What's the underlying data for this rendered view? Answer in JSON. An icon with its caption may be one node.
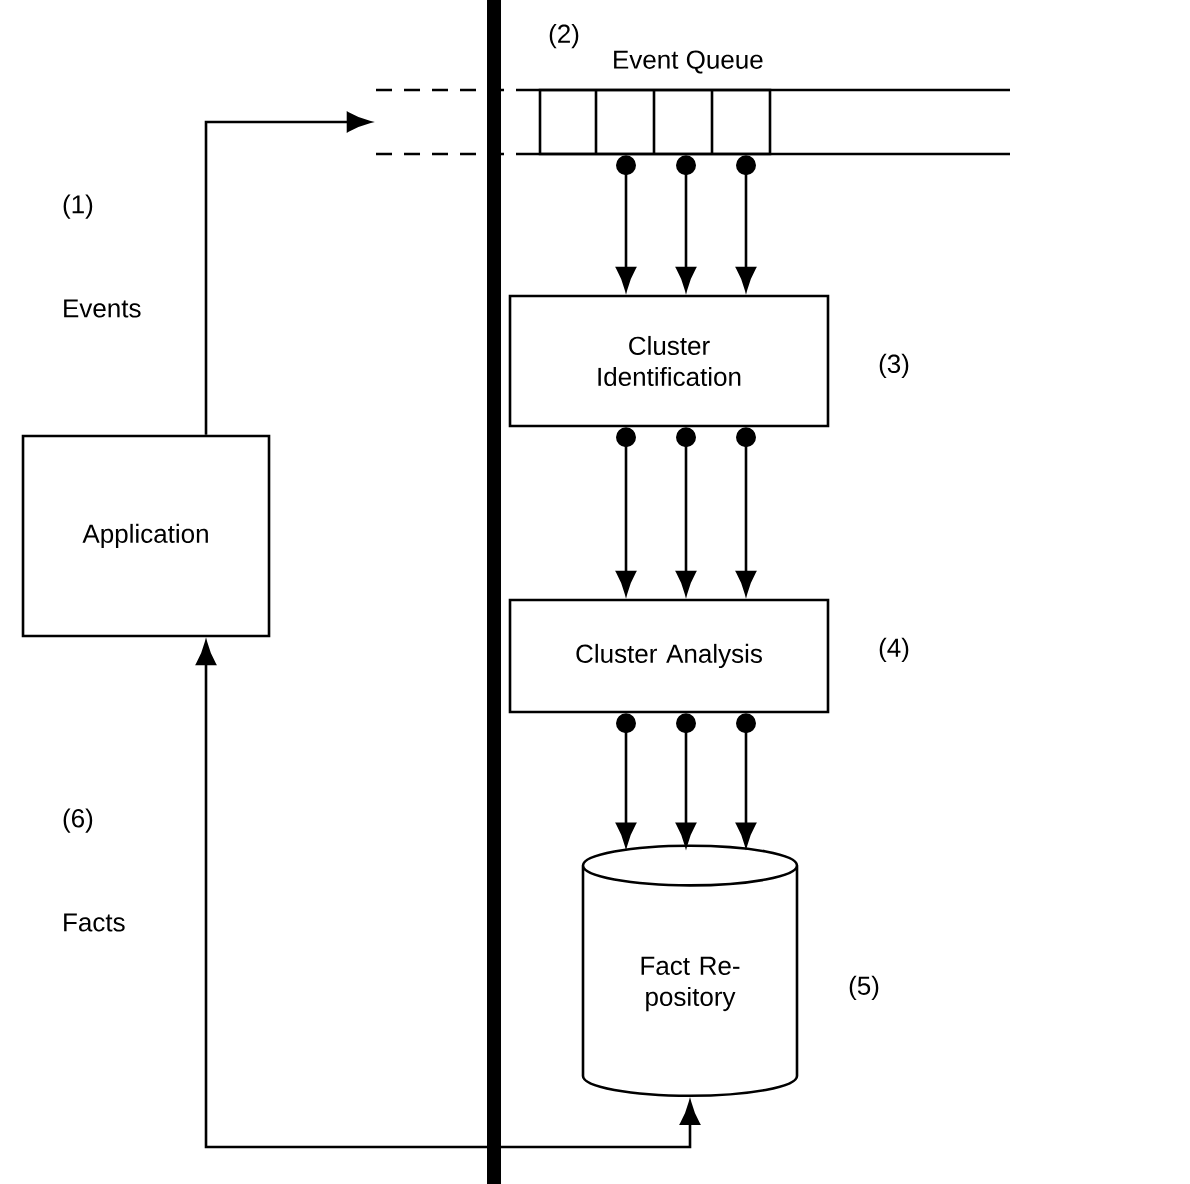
{
  "diagram": {
    "nodes": [
      {
        "text": [
          "Application"
        ]
      },
      {
        "text": [
          "Event Queue"
        ],
        "beside": [
          "(2)"
        ]
      },
      {
        "text": [
          "Cluster Identification"
        ],
        "beside": [
          "(3)"
        ]
      },
      {
        "text": [
          "Cluster Analysis"
        ],
        "beside": [
          "(4)"
        ]
      },
      {
        "text": [
          "Fact Re- pository"
        ],
        "beside": [
          "(5)"
        ]
      }
    ],
    "edges": [
      {
        "from": 0,
        "to": 1,
        "arrow": "to",
        "label": "(1) Events"
      },
      {
        "from": 1,
        "to": 2,
        "arrow": "to"
      },
      {
        "from": 1,
        "to": 2,
        "arrow": "to"
      },
      {
        "from": 1,
        "to": 2,
        "arrow": "to"
      },
      {
        "from": 2,
        "to": 3,
        "arrow": "to"
      },
      {
        "from": 2,
        "to": 3,
        "arrow": "to"
      },
      {
        "from": 2,
        "to": 3,
        "arrow": "to"
      },
      {
        "from": 3,
        "to": 4,
        "arrow": "to"
      },
      {
        "from": 3,
        "to": 4,
        "arrow": "to"
      },
      {
        "from": 3,
        "to": 4,
        "arrow": "to"
      },
      {
        "from": 4,
        "to": 0,
        "arrow": "both",
        "label": "(6) Facts"
      }
    ]
  }
}
